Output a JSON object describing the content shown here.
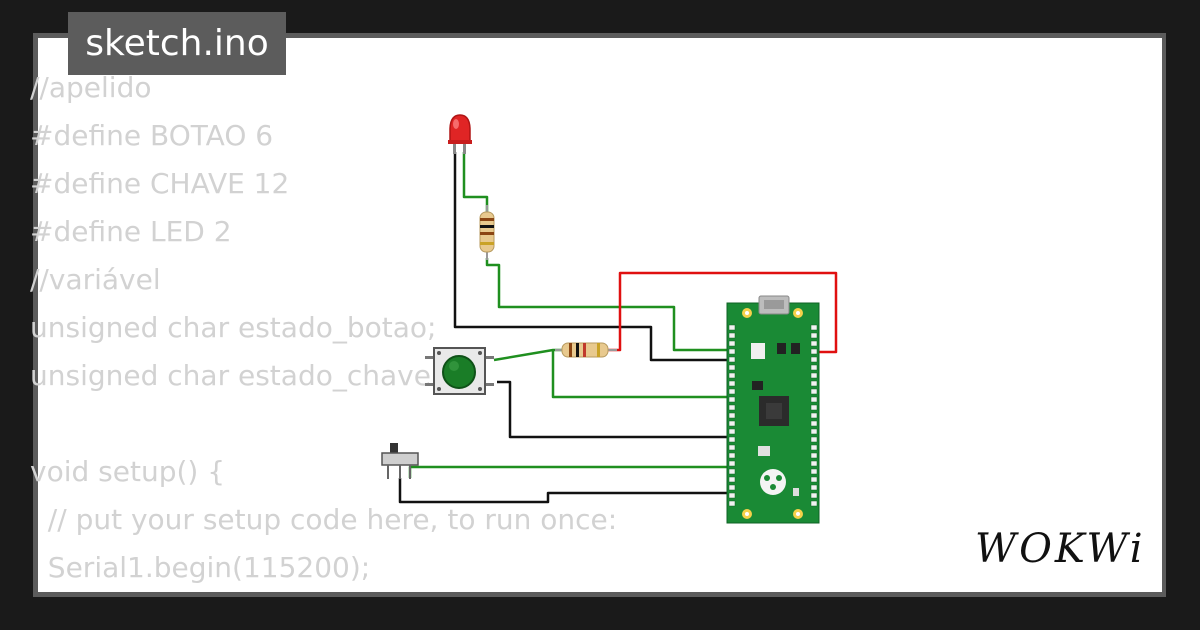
{
  "tab": {
    "filename": "sketch.ino"
  },
  "code": {
    "lines": [
      "//apelido",
      "#define BOTAO 6",
      "#define CHAVE 12",
      "#define LED 2",
      "//variável",
      "unsigned char estado_botao;",
      "unsigned char estado_chave;",
      "",
      "void setup() {",
      "  // put your setup code here, to run once:",
      "  Serial1.begin(115200);"
    ]
  },
  "brand": {
    "logo_text": "WOKWi"
  },
  "colors": {
    "background": "#1a1a1a",
    "frame": "#5c5c5c",
    "canvas": "#ffffff",
    "code_text": "#d2d2d2",
    "pcb_green": "#1a8a35",
    "wire_green": "#1f8f1f",
    "wire_red": "#e01010",
    "wire_black": "#111111",
    "led_red": "#e02525",
    "button_cap": "#1a7d27"
  },
  "components": {
    "board": "raspberry-pi-pico",
    "led": "red-led",
    "resistors": 2,
    "pushbutton": "green-pushbutton",
    "switch": "slide-switch"
  }
}
